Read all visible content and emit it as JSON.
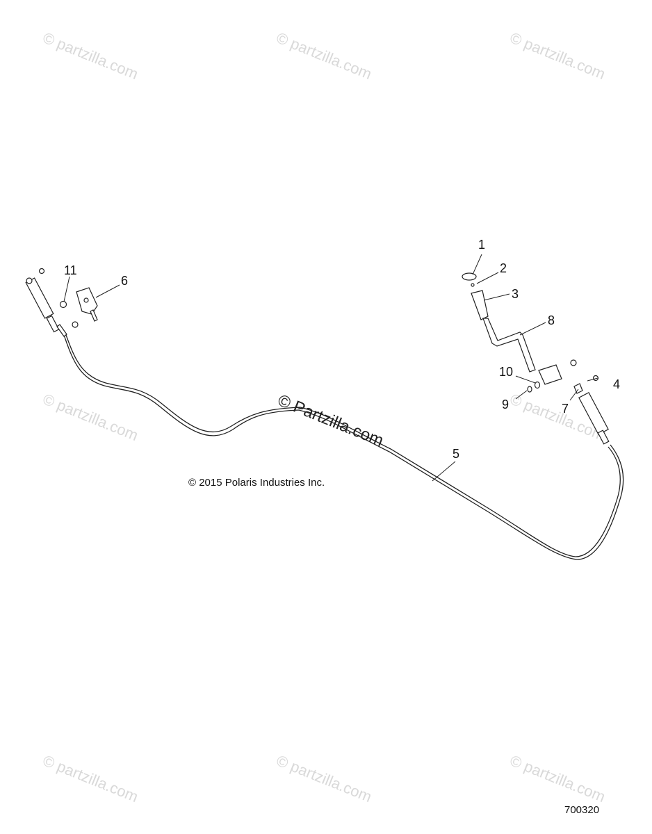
{
  "watermark": {
    "symbol": "©",
    "text": "partzilla.com",
    "center_text": "Partzilla.com",
    "color": "#d9d9d9"
  },
  "copyright": "© 2015 Polaris Industries Inc.",
  "figure_number": "700320",
  "callouts": {
    "c1": "1",
    "c2": "2",
    "c3": "3",
    "c4": "4",
    "c5": "5",
    "c6": "6",
    "c7": "7",
    "c8": "8",
    "c9": "9",
    "c10": "10",
    "c11": "11"
  }
}
